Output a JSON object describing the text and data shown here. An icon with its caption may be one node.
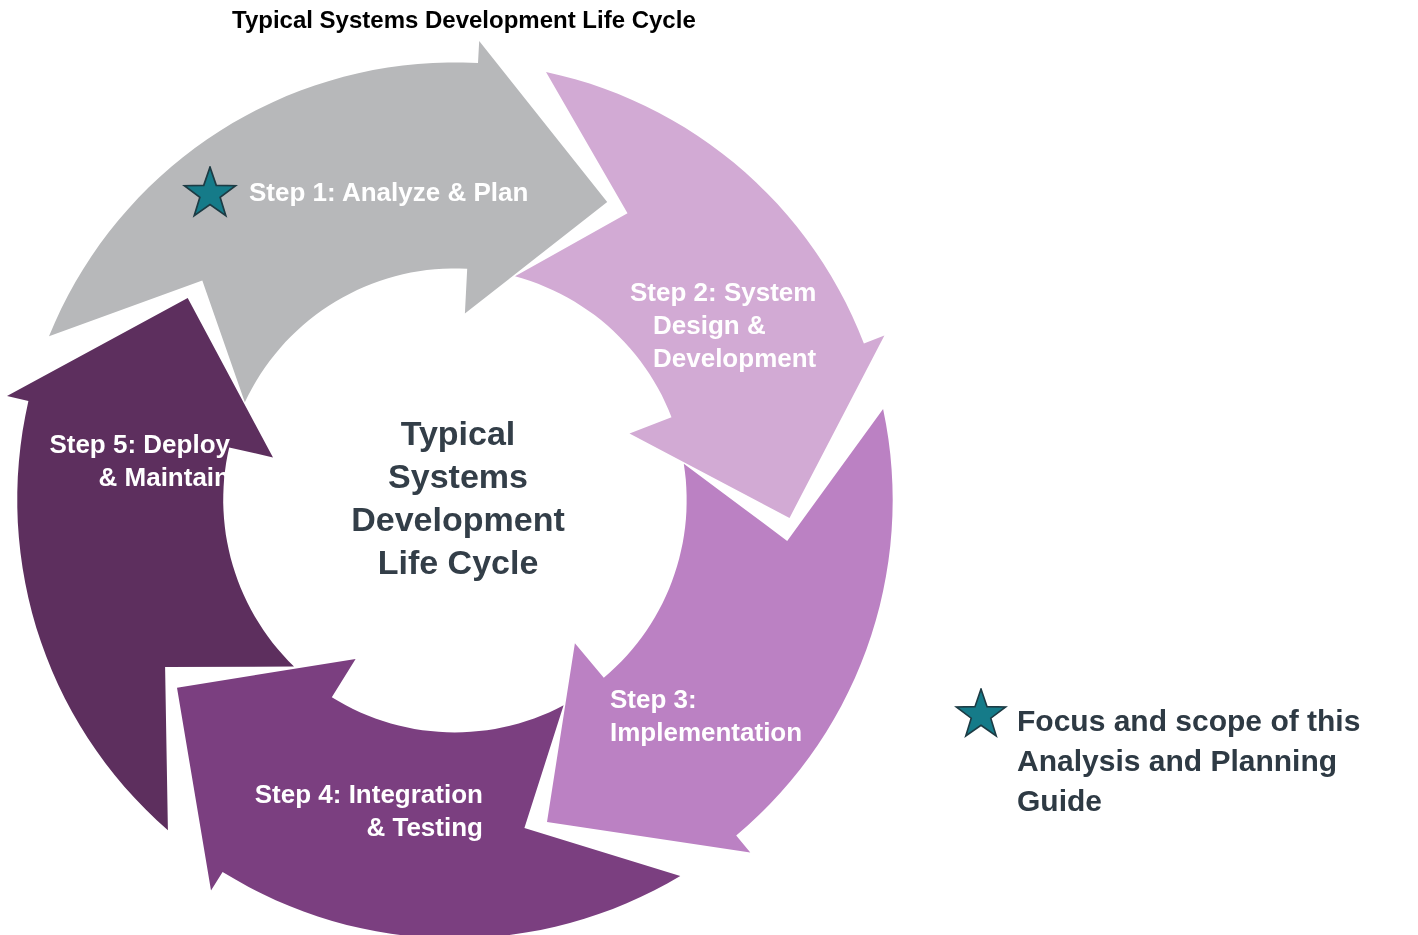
{
  "diagram": {
    "title": "Typical Systems Development Life Cycle",
    "nodes": [
      {
        "text": [
          "Step 1: Analyze & Plan"
        ]
      },
      {
        "text": [
          "Step 2: System Design & Development"
        ]
      },
      {
        "text": [
          "Step 3: Implementation"
        ]
      },
      {
        "text": [
          "Step 4: Integration & Testing"
        ]
      },
      {
        "text": [
          "Step 5: Deploy & Maintain"
        ]
      }
    ],
    "labels": [
      "Typical Systems Development Life Cycle"
    ],
    "legend": [
      {
        "text": "Focus and scope of this Analysis and Planning Guide"
      }
    ]
  }
}
